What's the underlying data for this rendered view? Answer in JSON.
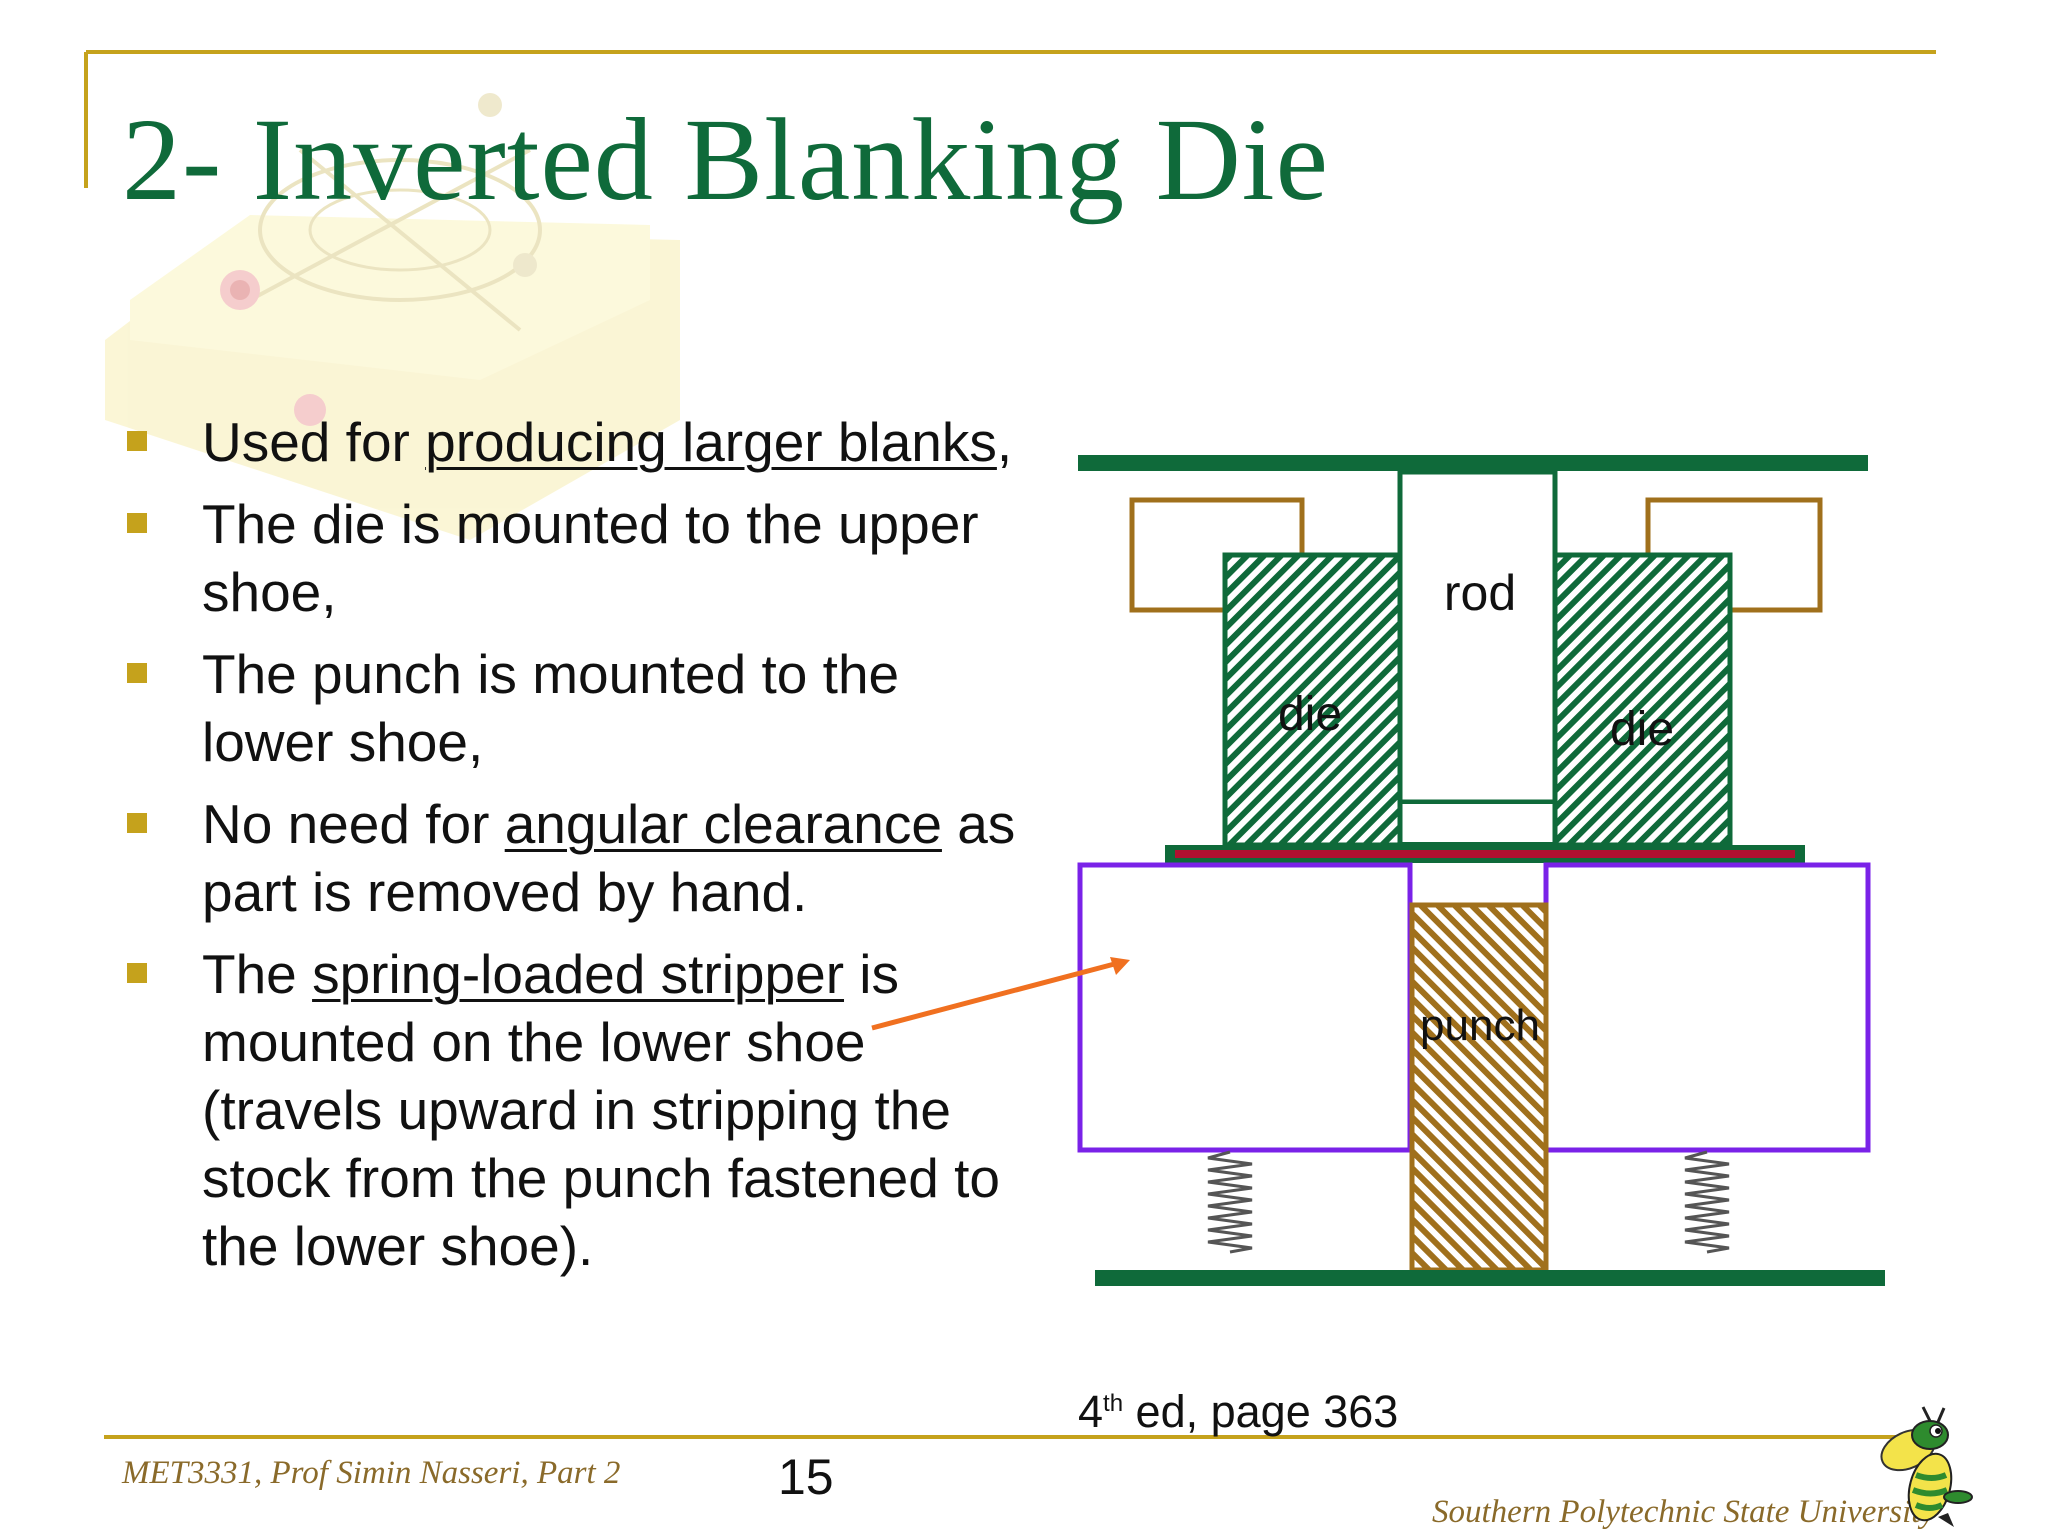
{
  "slide": {
    "title": "2- Inverted Blanking Die",
    "bullets": [
      {
        "parts": [
          {
            "text": "Used for "
          },
          {
            "text": "producing larger blanks",
            "underline": true
          },
          {
            "text": ","
          }
        ]
      },
      {
        "parts": [
          {
            "text": "The die is mounted to the upper shoe,"
          }
        ]
      },
      {
        "parts": [
          {
            "text": "The punch is mounted to the lower shoe,"
          }
        ]
      },
      {
        "parts": [
          {
            "text": "No need for "
          },
          {
            "text": "angular clearance",
            "underline": true
          },
          {
            "text": " as part is removed by hand."
          }
        ]
      },
      {
        "parts": [
          {
            "text": "The "
          },
          {
            "text": "spring-loaded stripper",
            "underline": true
          },
          {
            "text": " is mounted on the lower shoe (travels upward in stripping the stock from the punch fastened to the lower shoe)."
          }
        ]
      }
    ],
    "reference": {
      "sup_base": "4",
      "sup": "th",
      "rest": " ed, page 363"
    },
    "footer_left": "MET3331, Prof Simin Nasseri, Part 2",
    "page_number": "15",
    "footer_right": "Southern Polytechnic State University"
  },
  "diagram": {
    "labels": {
      "rod": "rod",
      "die_left": "die",
      "die_right": "die",
      "punch": "punch"
    }
  },
  "colors": {
    "title_green": "#0f6a3a",
    "accent_gold": "#c5a21c",
    "die_green": "#0f6a3a",
    "punch_brown": "#a0701c",
    "stripper_purple": "#7a22e8",
    "strip_red": "#b01030",
    "arrow_orange": "#f07020",
    "footer_text": "#8a6a2a"
  }
}
